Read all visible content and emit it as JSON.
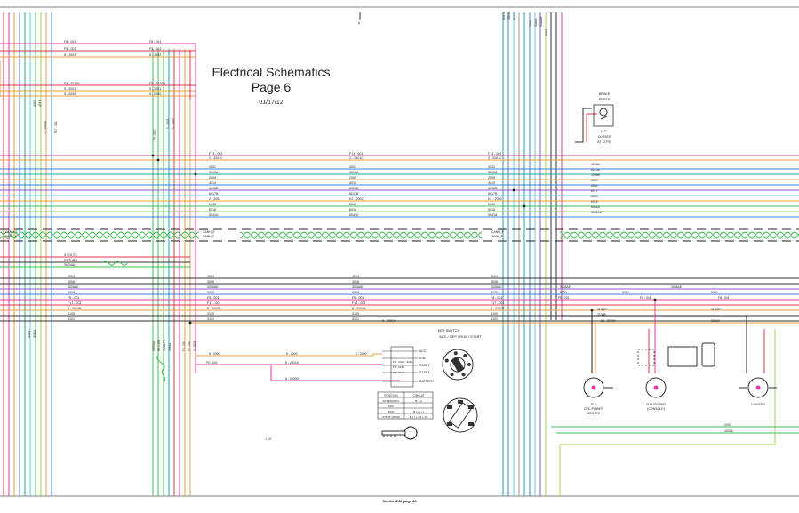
{
  "title": {
    "line1": "Electrical Schematics",
    "line2": "Page 6",
    "date": "01/17/12"
  },
  "footer": "Section 240 page 44",
  "sheet_marks": {
    "top_u": "U",
    "bottom_l": "L10"
  },
  "colors": {
    "red": "#e0354b",
    "magenta": "#e0389c",
    "orange": "#e8a040",
    "blue": "#3f7fe0",
    "teal": "#19a8a8",
    "cyan": "#5ccfe6",
    "green": "#3fbf55",
    "lime": "#9fd64a",
    "purple": "#8a5ad0",
    "black": "#333333",
    "gray": "#9a9a9a",
    "darkred": "#b03030"
  },
  "bus_top": [
    {
      "left": "F8 - 001",
      "right": "F8 - 001",
      "color": "magenta"
    },
    {
      "left": "F5 - 001",
      "right": "F5 - 001",
      "color": "red"
    },
    {
      "left": "8 - 2002",
      "right": "8 - 2002",
      "color": "orange"
    },
    {
      "left": "F5 - 2018D",
      "right": "F5 - 2018D",
      "color": "red"
    },
    {
      "left": "5 - 2001",
      "right": "5 - 2001",
      "color": "orange"
    },
    {
      "left": "5 - 2000",
      "right": "5 - 2000",
      "color": "orange"
    }
  ],
  "bus_mid": [
    {
      "a": "F13 - 001",
      "b": "F13 - 001",
      "c": "F13 - 001",
      "color": "magenta"
    },
    {
      "a": "2 - 2001C",
      "b": "2 - 2001C",
      "c": "2 - 2001C",
      "color": "orange"
    },
    {
      "a": "4031",
      "b": "4031",
      "c": "4031",
      "color": "blue"
    },
    {
      "a": "4010A",
      "b": "4010A",
      "c": "4010A",
      "color": "teal"
    },
    {
      "a": "2009",
      "b": "2009",
      "c": "2009",
      "color": "orange"
    },
    {
      "a": "4010",
      "b": "4010",
      "c": "4010",
      "color": "blue"
    },
    {
      "a": "8006B",
      "b": "8006B",
      "c": "8006B",
      "color": "purple"
    },
    {
      "a": "6017B",
      "b": "6017B",
      "c": "6017B",
      "color": "cyan"
    },
    {
      "a": "2 - 2002",
      "b": "K2 - 2002",
      "c": "K2 - 2002",
      "color": "orange"
    },
    {
      "a": "6040",
      "b": "6040",
      "c": "6040",
      "color": "green"
    },
    {
      "a": "6018",
      "b": "6018",
      "c": "6018",
      "color": "lime"
    },
    {
      "a": "5041A",
      "b": "5041A",
      "c": "5041A",
      "color": "blue"
    }
  ],
  "bus_right": [
    "4016A",
    "4010A",
    "2009B",
    "4010",
    "8006",
    "6017",
    "6040",
    "6018",
    "5041A",
    "5041AE"
  ],
  "can_labels": [
    "CANH_E",
    "CANL_E"
  ],
  "sensor_labels": [
    "5 VOLTS",
    "RETURN",
    "SIGNAL"
  ],
  "bus_low": [
    {
      "a": "3004",
      "b": "3004",
      "c": "3004",
      "d": "3004",
      "color": "black"
    },
    {
      "a": "3006",
      "b": "3006",
      "c": "3006",
      "d": "3006",
      "color": "black"
    },
    {
      "a": "3006AE",
      "b": "3006AE",
      "c": "3006AE",
      "d": "3006AE",
      "color": "purple"
    },
    {
      "a": "5020",
      "b": "5020",
      "c": "5020",
      "d": "5020",
      "color": "blue"
    },
    {
      "a": "F8 - 001",
      "b": "F8 - 001",
      "c": "F8 - 001",
      "d": "F8 - 001",
      "color": "magenta"
    },
    {
      "a": "F17 - 001",
      "b": "F17 - 001",
      "c": "F17 - 001",
      "d": "F17 - 001",
      "color": "red"
    },
    {
      "a": "8 - 2002B",
      "b": "8 - 2002B",
      "c": "8 - 2002B",
      "d": "8 - 2002B",
      "color": "orange"
    },
    {
      "a": "3100",
      "b": "3100",
      "c": "3100",
      "d": "3100",
      "color": "black"
    },
    {
      "a": "3101",
      "b": "3101",
      "c": "3101",
      "d": "3101",
      "color": "black"
    }
  ],
  "brake": {
    "title_1": "BRAKE",
    "title_2": "PRESS",
    "state_1": "N.O.",
    "state_2": "CLOSES",
    "state_3": "AT 12 PSI"
  },
  "keyswitch": {
    "title": "KEY SWITCH",
    "positions": "ACC / OFF / RUN / START",
    "terminals": [
      "ACC",
      "IGN",
      "START",
      "START",
      "BATTERY"
    ],
    "table_head": [
      "POSITION",
      "CIRCUIT"
    ],
    "table_rows": [
      [
        "ACCESSORY",
        "B + A"
      ],
      [
        "OFF",
        ""
      ],
      [
        "RUN",
        "B + R + I"
      ],
      [
        "START (MOM)",
        "B + I + S1 + S2"
      ]
    ],
    "wires": [
      "F9 - 001",
      "F9 - 2018 - 201C",
      "F5 - 001A",
      "F5 - 001B",
      "8 - 2000"
    ]
  },
  "power_outlets": [
    {
      "line1": "P-8",
      "line2": "CPC POWER",
      "line3": "CENTER"
    },
    {
      "line1": "AUX POWER",
      "line2": "(CONSOLE)"
    },
    {
      "line1": "LIGHTER"
    }
  ],
  "misc_wires": [
    "3100C",
    "3100B",
    "8B - 2000A",
    "8 - 2000A",
    "2000A",
    "4032",
    "4033A",
    "F9 - 001",
    "8 - 2000",
    "8 - 2001A",
    "8 - 2000B"
  ],
  "vertical_labels": [
    "F9 - 001",
    "5 - 2001",
    "5 - 2000",
    "6017A",
    "6004A",
    "6016A",
    "5050",
    "5040A",
    "5020AB",
    "6030",
    "4032",
    "4033",
    "4030C",
    "4010A",
    "2 - 2000A",
    "F17 - 001",
    "SIGNAL",
    "RETURN",
    "5 VOLTS",
    "5040A",
    "F8 - 001",
    "F9 - 001",
    "2 - 2001"
  ]
}
